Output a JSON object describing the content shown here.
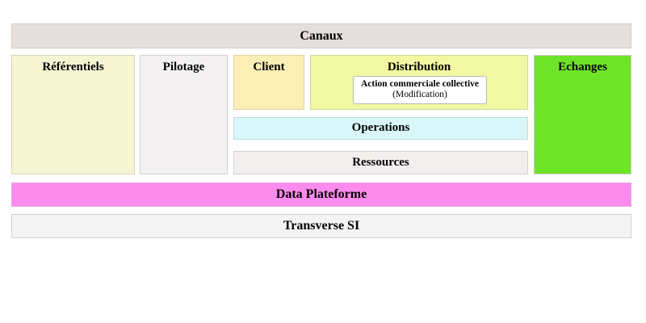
{
  "diagram": {
    "title_bar": {
      "label": "Canaux"
    },
    "columns": {
      "referentiels": {
        "label": "Référentiels",
        "color": "#f5f5d2"
      },
      "pilotage": {
        "label": "Pilotage",
        "color": "#f3f1f1"
      },
      "echanges": {
        "label": "Echanges",
        "color": "#6ee428"
      }
    },
    "center": {
      "client": {
        "label": "Client",
        "color": "#fcefb5"
      },
      "distribution": {
        "label": "Distribution",
        "color": "#f2f7a1",
        "card": {
          "title": "Action commerciale collective",
          "subtitle": "(Modification)",
          "color": "#ffffff"
        }
      },
      "operations": {
        "label": "Operations",
        "color": "#d9f7fa"
      },
      "ressources": {
        "label": "Ressources",
        "color": "#f3efef"
      }
    },
    "footer_bars": [
      {
        "label": "Data Plateforme",
        "color": "#fb8bec"
      },
      {
        "label": "Transverse SI",
        "color": "#f5f4f4"
      }
    ]
  }
}
